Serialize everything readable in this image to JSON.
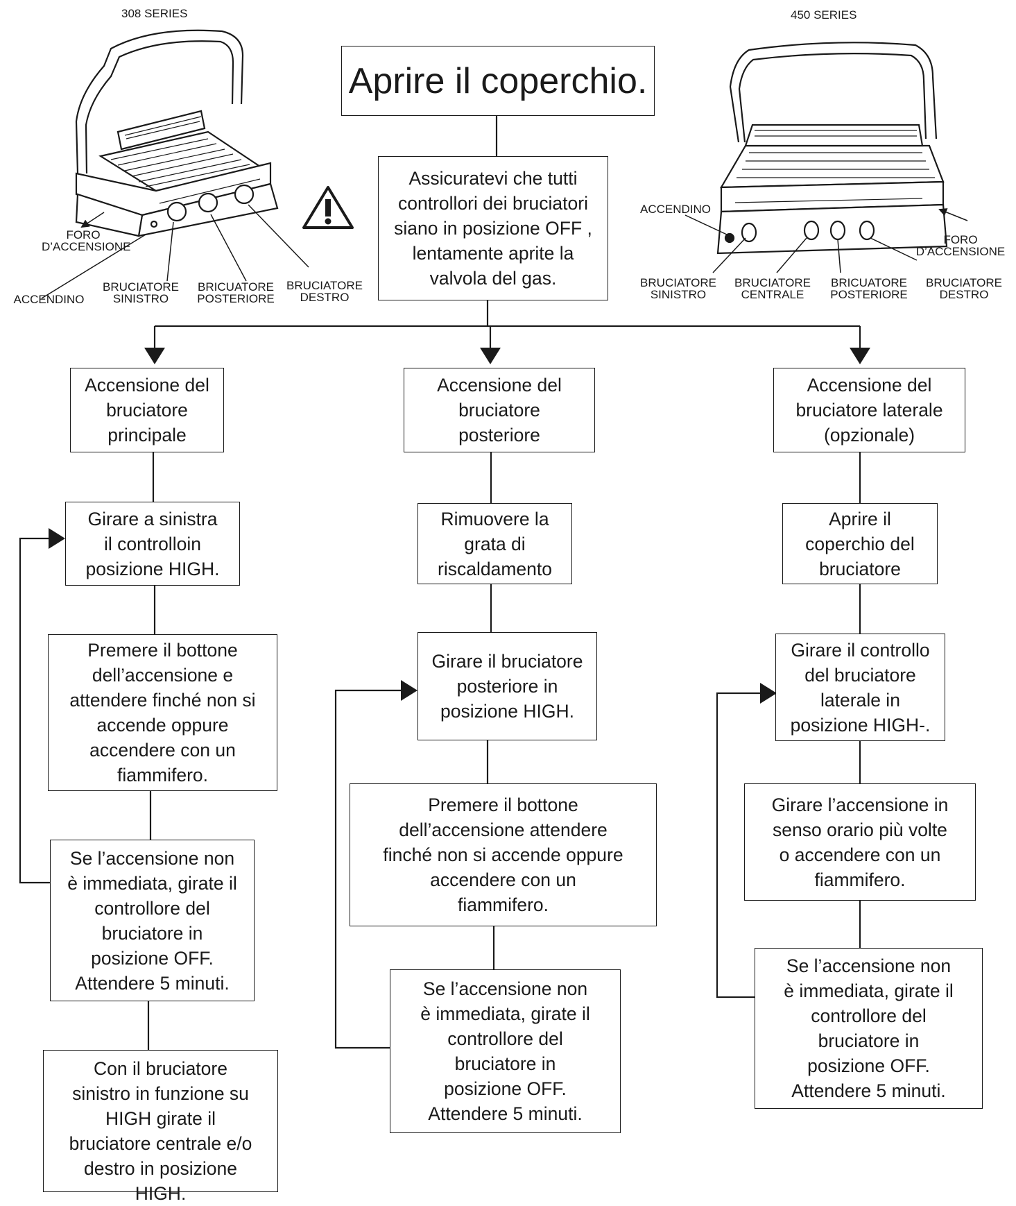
{
  "series_labels": {
    "left": "308 SERIES",
    "right": "450 SERIES"
  },
  "grill_308_labels": {
    "ignition_hole": "FORO\nD’ACCENSIONE",
    "igniter": "ACCENDINO",
    "left_burner": "BRUCIATORE\nSINISTRO",
    "rear_burner": "BRICUATORE\nPOSTERIORE",
    "right_burner": "BRUCIATORE\nDESTRO"
  },
  "grill_450_labels": {
    "igniter": "ACCENDINO",
    "ignition_hole": "FORO\nD’ACCENSIONE",
    "left_burner": "BRUCIATORE\nSINISTRO",
    "center_burner": "BRUCIATORE\nCENTRALE",
    "rear_burner": "BRICUATORE\nPOSTERIORE",
    "right_burner": "BRUCIATORE\nDESTRO"
  },
  "steps": {
    "open_lid": "Aprire il coperchio.",
    "ensure_off": "Assicuratevi che tutti\ncontrollori dei bruciatori\nsiano in posizione OFF ,\nlentamente aprite la\nvalvola del gas.",
    "main_title": "Accensione del\nbruciatore\nprincipale",
    "main_1": "Girare a sinistra\nil controlloin\nposizione HIGH.",
    "main_2": "Premere il bottone\ndell’accensione e\nattendere finché non si\naccende oppure\naccendere con un\nfiammifero.",
    "main_3": "Se l’accensione non\nè immediata, girate il\ncontrollore del\nbruciatore in\nposizione OFF.\nAttendere 5 minuti.",
    "main_4": "Con il bruciatore\nsinistro in funzione su\nHIGH  girate il\nbruciatore centrale e/o\ndestro in posizione\nHIGH.",
    "rear_title": "Accensione del\nbruciatore\nposteriore",
    "rear_1": "Rimuovere la\ngrata di\nriscaldamento",
    "rear_2": "Girare il bruciatore\nposteriore in\nposizione HIGH.",
    "rear_3": "Premere il bottone\ndell’accensione  attendere\nfinché non si accende oppure\naccendere con un\nfiammifero.",
    "rear_4": "Se l’accensione non\nè immediata, girate il\ncontrollore del\nbruciatore in\nposizione OFF.\nAttendere 5 minuti.",
    "side_title": "Accensione del\nbruciatore laterale\n(opzionale)",
    "side_1": "Aprire il\ncoperchio del\nbruciatore",
    "side_2": "Girare il controllo\ndel  bruciatore\nlaterale in\nposizione HIGH-.",
    "side_3": "Girare l’accensione in\nsenso orario più volte\no accendere con un\nfiammifero.",
    "side_4": "Se l’accensione non\nè immediata, girate il\ncontrollore del\nbruciatore in\nposizione OFF.\nAttendere 5 minuti."
  }
}
